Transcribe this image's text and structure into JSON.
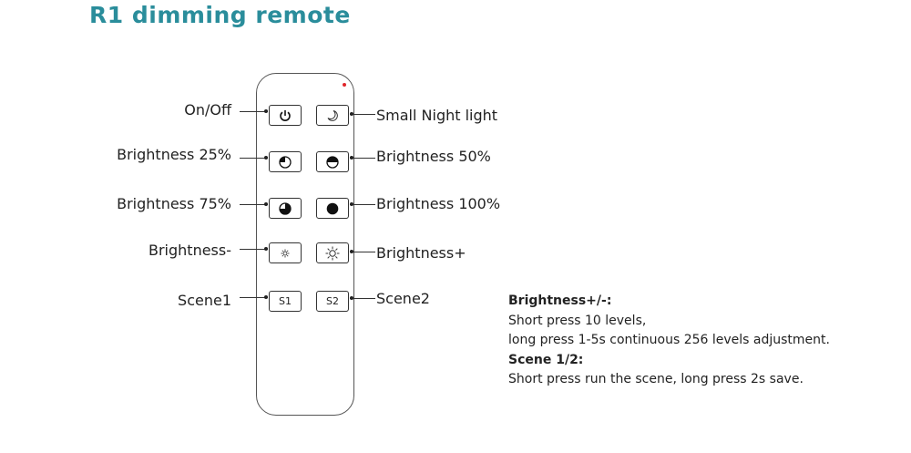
{
  "title": "R1  dimming remote",
  "buttons": [
    {
      "id": "on-off",
      "label": "On/Off",
      "icon": "power-icon",
      "side": "left"
    },
    {
      "id": "small-night-light",
      "label": "Small Night light",
      "icon": "moon-icon",
      "side": "right"
    },
    {
      "id": "brightness-25",
      "label": "Brightness 25%",
      "icon": "quarter-circle-icon",
      "side": "left"
    },
    {
      "id": "brightness-50",
      "label": "Brightness 50%",
      "icon": "half-circle-icon",
      "side": "right"
    },
    {
      "id": "brightness-75",
      "label": "Brightness 75%",
      "icon": "three-quarter-circle-icon",
      "side": "left"
    },
    {
      "id": "brightness-100",
      "label": "Brightness 100%",
      "icon": "full-circle-icon",
      "side": "right"
    },
    {
      "id": "brightness-minus",
      "label": "Brightness-",
      "icon": "small-sun-icon",
      "side": "left"
    },
    {
      "id": "brightness-plus",
      "label": "Brightness+",
      "icon": "large-sun-icon",
      "side": "right"
    },
    {
      "id": "scene1",
      "label": "Scene1",
      "button_text": "S1",
      "side": "left"
    },
    {
      "id": "scene2",
      "label": "Scene2",
      "button_text": "S2",
      "side": "right"
    }
  ],
  "notes": {
    "brightness_heading": "Brightness+/-:",
    "brightness_line1": "Short press 10 levels,",
    "brightness_line2": "long press 1-5s continuous 256 levels adjustment.",
    "scene_heading": "Scene 1/2:",
    "scene_line1": "Short press run the scene, long press 2s save."
  },
  "colors": {
    "title": "#2a8d9b",
    "led": "#e0262b"
  }
}
